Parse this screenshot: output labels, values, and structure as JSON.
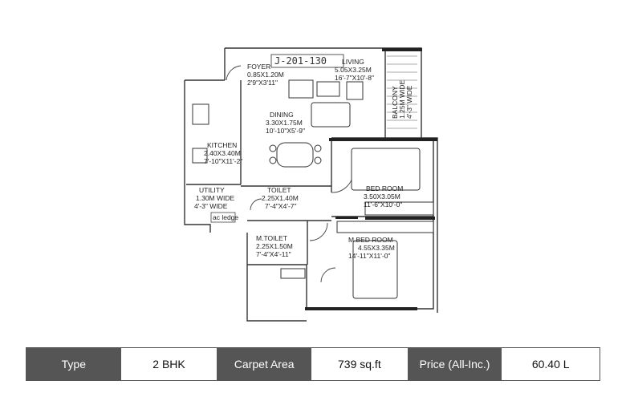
{
  "plan": {
    "unit_code": "J-201-130",
    "rooms": {
      "foyer": [
        "FOYER",
        "0.85X1.20M",
        "2'9\"X3'11\""
      ],
      "living": [
        "LIVING",
        "5.05X3.25M",
        "16'-7\"X10'-8\""
      ],
      "balcony": [
        "BALCONY",
        "1.25M WIDE",
        "4'-3\" WIDE"
      ],
      "dining": [
        "DINING",
        "3.30X1.75M",
        "10'-10\"X5'-9\""
      ],
      "kitchen": [
        "KITCHEN",
        "2.40X3.40M",
        "7'-10\"X11'-2\""
      ],
      "utility": [
        "UTILITY",
        "1.30M WIDE",
        "4'-3\" WIDE"
      ],
      "ac_ledge": "ac ledge",
      "toilet": [
        "TOILET",
        "2.25X1.40M",
        "7'-4\"X4'-7\""
      ],
      "m_toilet": [
        "M.TOILET",
        "2.25X1.50M",
        "7'-4\"X4'-11\""
      ],
      "bed_room": [
        "BED ROOM",
        "3.50X3.05M",
        "11'-6\"X10'-0\""
      ],
      "m_bed_room": [
        "M.BED ROOM",
        "4.55X3.35M",
        "14'-11\"X11'-0\""
      ]
    }
  },
  "info": {
    "type_label": "Type",
    "type_value": "2 BHK",
    "area_label": "Carpet Area",
    "area_value": "739 sq.ft",
    "price_label": "Price (All-Inc.)",
    "price_value": "60.40 L"
  }
}
